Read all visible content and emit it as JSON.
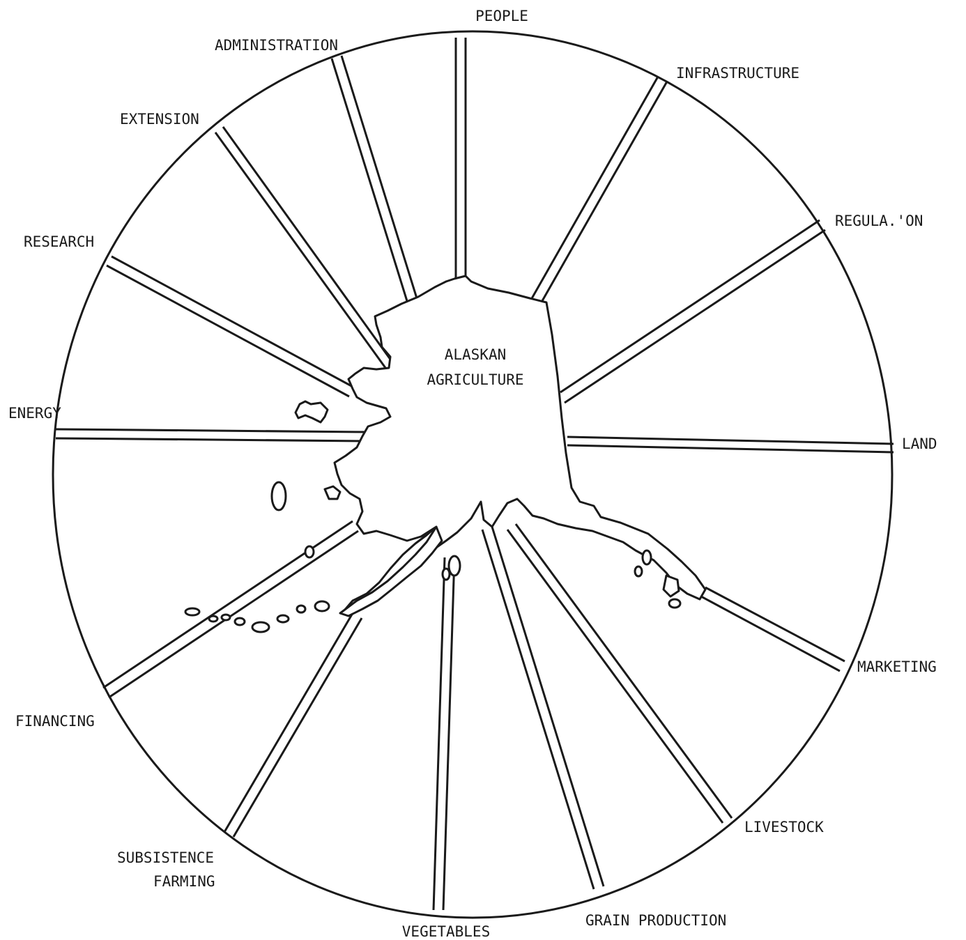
{
  "diagram": {
    "center": {
      "line1": "ALASKAN",
      "line2": "AGRICULTURE"
    },
    "labels": {
      "people": "PEOPLE",
      "infrastructure": "INFRASTRUCTURE",
      "regulation": "REGULA.'ON",
      "land": "LAND",
      "marketing": "MARKETING",
      "livestock": "LIVESTOCK",
      "grain_production": "GRAIN PRODUCTION",
      "vegetables": "VEGETABLES",
      "subsistence_1": "SUBSISTENCE",
      "subsistence_2": "FARMING",
      "financing": "FINANCING",
      "energy": "ENERGY",
      "research": "RESEARCH",
      "extension": "EXTENSION",
      "administration": "ADMINISTRATION"
    },
    "colors": {
      "ink": "#1a1a1a",
      "paper": "#ffffff"
    }
  }
}
